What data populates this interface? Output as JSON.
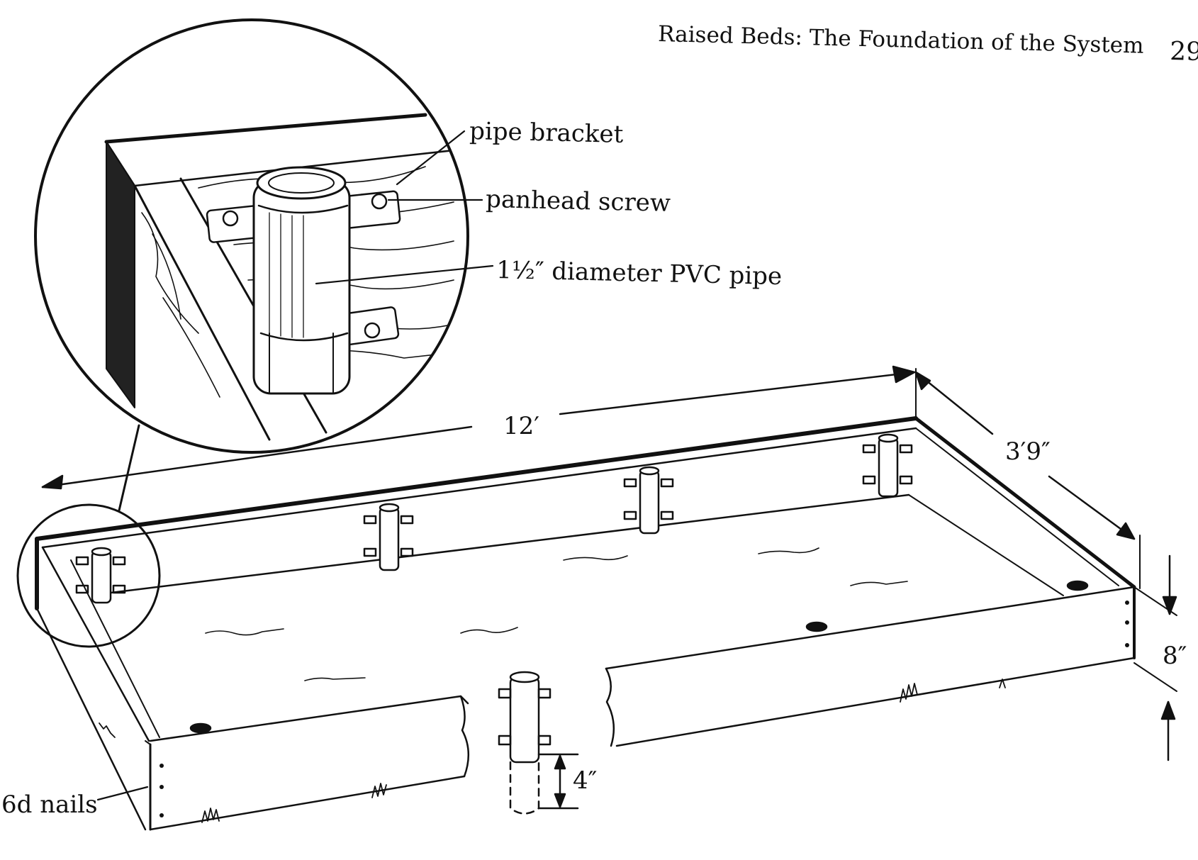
{
  "header": {
    "running_title": "Raised Beds: The Foundation of the System",
    "page_number": "29"
  },
  "callouts": {
    "pipe_bracket": "pipe bracket",
    "panhead_screw": "panhead screw",
    "pvc_pipe": "1½″ diameter PVC pipe",
    "nails": "6d nails"
  },
  "dimensions": {
    "length": "12′",
    "width": "3′9″",
    "height": "8″",
    "pipe_depth": "4″"
  },
  "colors": {
    "ink": "#111111",
    "paper": "#ffffff"
  }
}
